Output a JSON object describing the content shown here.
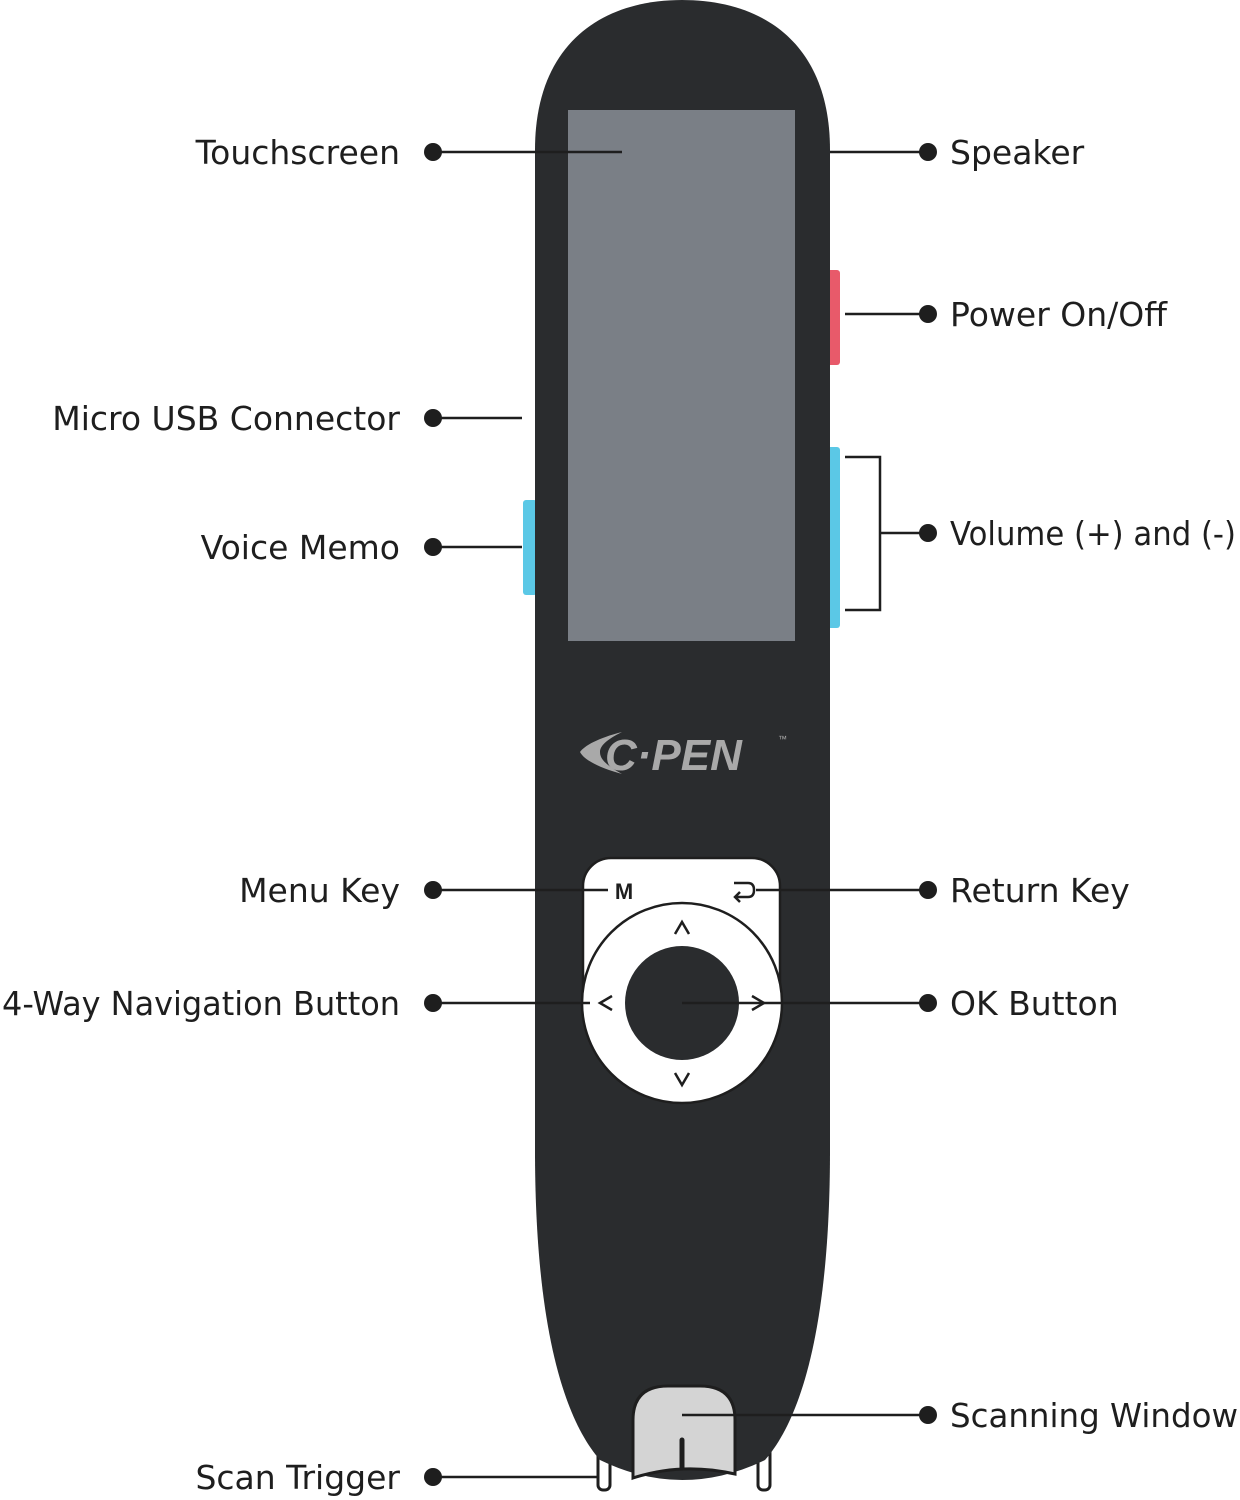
{
  "logo": {
    "text": "C·PEN",
    "trademark": "™"
  },
  "keys": {
    "menu_glyph": "M",
    "return_glyph": "↩",
    "up": "^",
    "down": "v",
    "left": "<",
    "right": ">"
  },
  "labels_left": {
    "touchscreen": "Touchscreen",
    "micro_usb": "Micro USB Connector",
    "voice_memo": "Voice Memo",
    "menu_key": "Menu Key",
    "nav_button": "4-Way Navigation Button",
    "scan_trigger": "Scan Trigger"
  },
  "labels_right": {
    "speaker": "Speaker",
    "power": "Power On/Off",
    "volume": "Volume (+) and (-)",
    "return_key": "Return Key",
    "ok_button": "OK Button",
    "scanning_window": "Scanning Window"
  },
  "colors": {
    "body": "#2a2c2e",
    "screen": "#7a7f86",
    "power": "#e85a6a",
    "volume": "#5bc8e6",
    "logo": "#a9a9a9",
    "scan_window": "#d4d4d4"
  }
}
